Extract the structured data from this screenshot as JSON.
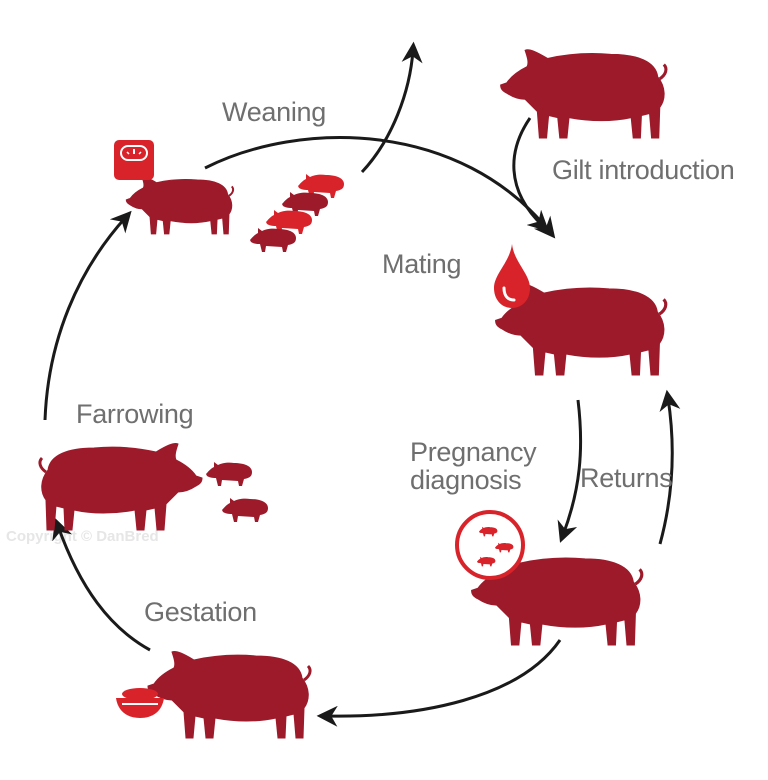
{
  "colors": {
    "pig": "#9c1a2a",
    "bright_red": "#d8232a",
    "arrow": "#1a1a1a",
    "label": "#6f6f6f",
    "watermark": "#e6e6e6"
  },
  "stages": {
    "weaning": "Weaning",
    "gilt_introduction": "Gilt introduction",
    "mating": "Mating",
    "pregnancy_diagnosis_line1": "Pregnancy",
    "pregnancy_diagnosis_line2": "diagnosis",
    "returns": "Returns",
    "farrowing": "Farrowing",
    "gestation": "Gestation"
  },
  "icons": {
    "scale": "weighing-scale-icon",
    "blood_drop": "blood-drop-icon",
    "piglets_circle": "piglets-ultrasound-icon",
    "feed_bowl": "feed-bowl-icon"
  },
  "watermark": "Copyright © DanBred"
}
